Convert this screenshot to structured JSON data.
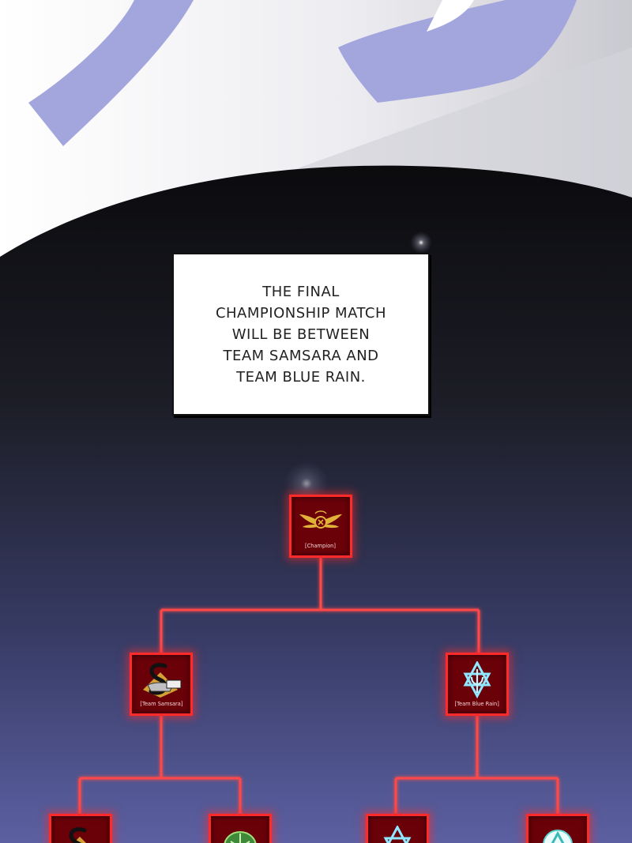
{
  "caption": {
    "text": "THE FINAL\nCHAMPIONSHIP MATCH\nWILL BE BETWEEN\nTEAM SAMSARA AND\nTEAM BLUE RAIN."
  },
  "bracket": {
    "champion": {
      "label": "[Champion]",
      "icon": "winged-crest-icon"
    },
    "finalists": [
      {
        "label": "[Team Samsara]",
        "icon": "samsara-s-icon"
      },
      {
        "label": "[Team Blue Rain]",
        "icon": "blue-rain-star-icon"
      }
    ],
    "semifinalists": [
      {
        "label": "",
        "icon": "samsara-s-icon"
      },
      {
        "label": "",
        "icon": "green-leaf-icon"
      },
      {
        "label": "",
        "icon": "blue-rain-star-icon"
      },
      {
        "label": "",
        "icon": "teal-triangle-icon"
      }
    ]
  },
  "colors": {
    "bracket_line": "#ff3333",
    "node_fill": "#6a0008",
    "sky_top": "#0d0d10",
    "sky_bottom": "#5a5e9e",
    "brush_purple": "#a3a6dd"
  }
}
